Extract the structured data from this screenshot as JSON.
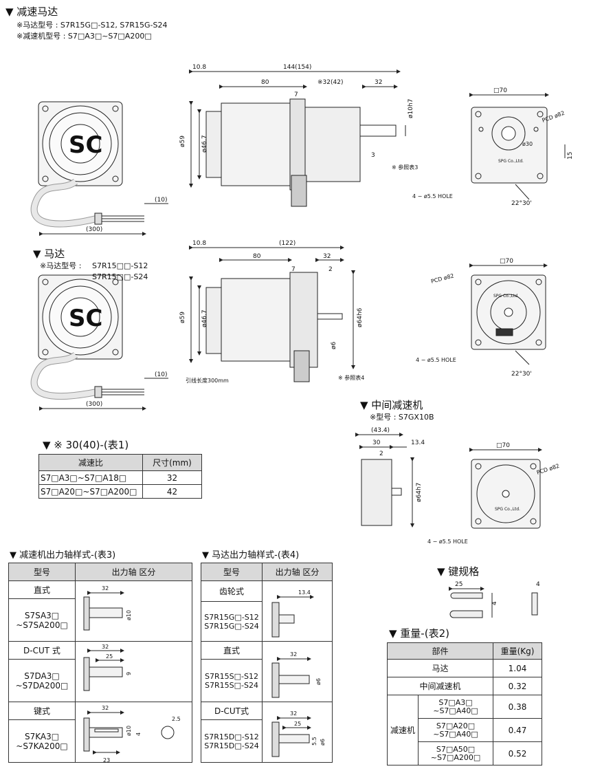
{
  "s1": {
    "title": "▼ 减速马达",
    "motor_model": "※马达型号 : S7R15G□-S12, S7R15G-S24",
    "gear_model": "※减速机型号 : S7□A3□~S7□A200□",
    "dims": {
      "total": "144(154)",
      "d108": "10.8",
      "d80": "80",
      "d7": "7",
      "d32a": "※32(42)",
      "d32b": "32",
      "d3": "3",
      "d59": "ø59",
      "d467": "ø46.7",
      "shaft": "ø10h7",
      "ref": "※ 参照表3",
      "cable10": "(10)",
      "cable300": "(300)",
      "sq70": "□70",
      "pcd": "PCD ø82",
      "d30": "ø30",
      "d15": "15",
      "hole": "4 − ø5.5 HOLE",
      "angle": "22°30'",
      "brand": "SPG Co.,Ltd."
    }
  },
  "s2": {
    "title": "▼ 马达",
    "model_label": "※马达型号 :",
    "model1": "S7R15□□-S12",
    "model2": "S7R15□□-S24",
    "dims": {
      "total": "(122)",
      "d108": "10.8",
      "d80": "80",
      "d32": "32",
      "d7": "7",
      "d2": "2",
      "d59": "ø59",
      "d467": "ø46.7",
      "d6": "ø6",
      "d64": "ø64h6",
      "ref": "※ 参照表4",
      "lead": "引线长度300mm",
      "cable10": "(10)",
      "cable300": "(300)",
      "sq70": "□70",
      "pcd": "PCD ø82",
      "hole": "4 − ø5.5 HOLE",
      "angle": "22°30'",
      "brand": "SPG Co.,Ltd."
    }
  },
  "s3": {
    "title": "▼ 中间减速机",
    "model": "※型号 : S7GX10B",
    "dims": {
      "total": "(43.4)",
      "d30": "30",
      "d134": "13.4",
      "d2": "2",
      "d64": "ø64h7",
      "sq70": "□70",
      "pcd": "PCD ø82",
      "hole": "4 − ø5.5 HOLE",
      "brand": "SPG Co.,Ltd."
    }
  },
  "table1": {
    "title": "▼ ※ 30(40)-(表1)",
    "headers": [
      "减速比",
      "尺寸(mm)"
    ],
    "rows": [
      [
        "S7□A3□~S7□A18□",
        "32"
      ],
      [
        "S7□A20□~S7□A200□",
        "42"
      ]
    ]
  },
  "table3": {
    "title": "▼ 减速机出力轴样式-(表3)",
    "headers": [
      "型号",
      "出力轴 区分"
    ],
    "rows": [
      {
        "type": "直式",
        "models": [
          "S7SA3□",
          "~S7SA200□"
        ]
      },
      {
        "type": "D-CUT 式",
        "models": [
          "S7DA3□",
          "~S7DA200□"
        ]
      },
      {
        "type": "键式",
        "models": [
          "S7KA3□",
          "~S7KA200□"
        ]
      }
    ],
    "dims": {
      "d32": "32",
      "d10": "ø10",
      "d25": "25",
      "d9": "9",
      "d4": "4",
      "d23": "23",
      "d25k": "2.5"
    }
  },
  "table4": {
    "title": "▼ 马达出力轴样式-(表4)",
    "headers": [
      "型号",
      "出力轴 区分"
    ],
    "rows": [
      {
        "type": "齿轮式",
        "models": [
          "S7R15G□-S12",
          "S7R15G□-S24"
        ]
      },
      {
        "type": "直式",
        "models": [
          "S7R15S□-S12",
          "S7R15S□-S24"
        ]
      },
      {
        "type": "D-CUT式",
        "models": [
          "S7R15D□-S12",
          "S7R15D□-S24"
        ]
      }
    ],
    "dims": {
      "d134": "13.4",
      "d32": "32",
      "d6": "ø6",
      "d25": "25",
      "d55": "5.5"
    }
  },
  "key": {
    "title": "▼ 键规格",
    "d25": "25",
    "d4a": "4",
    "d4b": "4"
  },
  "table2": {
    "title": "▼ 重量-(表2)",
    "headers": [
      "部件",
      "重量(Kg)"
    ],
    "motor": {
      "label": "马达",
      "value": "1.04"
    },
    "mid": {
      "label": "中间减速机",
      "value": "0.32"
    },
    "gear_label": "减速机",
    "gear_rows": [
      {
        "models": [
          "S7□A3□",
          "~S7□A40□"
        ],
        "value": "0.38"
      },
      {
        "models": [
          "S7□A20□",
          "~S7□A40□"
        ],
        "value": "0.47"
      },
      {
        "models": [
          "S7□A50□",
          "~S7□A200□"
        ],
        "value": "0.52"
      }
    ]
  }
}
